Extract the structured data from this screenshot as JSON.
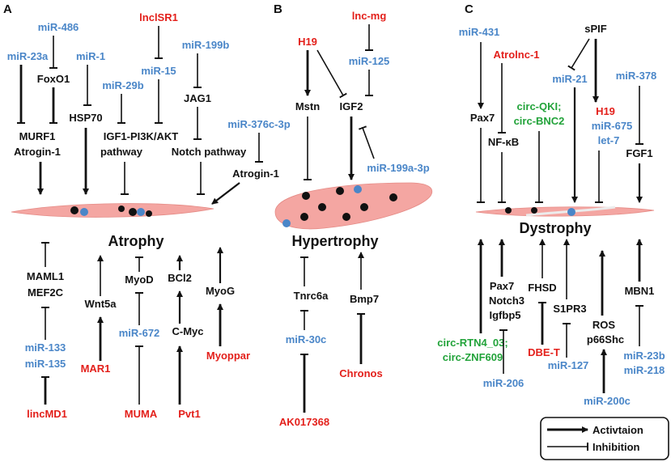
{
  "panels": {
    "a": {
      "letter": "A",
      "outcome": "Atrophy",
      "top": {
        "mir486": "miR-486",
        "lnclsr1": "lnclSR1",
        "mir23a": "miR-23a",
        "mir1": "miR-1",
        "mir15": "miR-15",
        "mir199b": "miR-199b",
        "foxo1": "FoxO1",
        "mir29b": "miR-29b",
        "jag1": "JAG1",
        "hsp70": "HSP70",
        "murf1": "MURF1",
        "atrogin1": "Atrogin-1",
        "igf1_line1": "IGF1-PI3K/AKT",
        "igf1_line2": "pathway",
        "notch": "Notch pathway",
        "mir376": "miR-376c-3p",
        "atrogin1b": "Atrogin-1"
      },
      "bottom": {
        "maml1": "MAML1",
        "mef2c": "MEF2C",
        "wnt5a": "Wnt5a",
        "myod": "MyoD",
        "bcl2": "BCl2",
        "myog": "MyoG",
        "mir133": "miR-133",
        "mir135": "miR-135",
        "mir672": "miR-672",
        "cmyc": "C-Myc",
        "mar1": "MAR1",
        "myoppar": "Myoppar",
        "lincmd1": "lincMD1",
        "muma": "MUMA",
        "pvt1": "Pvt1"
      }
    },
    "b": {
      "letter": "B",
      "outcome": "Hypertrophy",
      "top": {
        "lncmg": "lnc-mg",
        "h19": "H19",
        "mir125": "miR-125",
        "mstn": "Mstn",
        "igf2": "IGF2",
        "mir199a": "miR-199a-3p"
      },
      "bottom": {
        "tnrc6a": "Tnrc6a",
        "bmp7": "Bmp7",
        "mir30c": "miR-30c",
        "chronos": "Chronos",
        "ak017368": "AK017368"
      }
    },
    "c": {
      "letter": "C",
      "outcome": "Dystrophy",
      "top": {
        "mir431": "miR-431",
        "spif": "sPIF",
        "atrolnc1": "Atrolnc-1",
        "mir21": "miR-21",
        "mir378": "miR-378",
        "pax7": "Pax7",
        "circqki": "circ-QKI;",
        "circbnc2": "circ-BNC2",
        "h19": "H19",
        "mir675": "miR-675",
        "let7": "let-7",
        "nfkb": "NF-κB",
        "fgf1": "FGF1"
      },
      "bottom": {
        "pax7": "Pax7",
        "notch3": "Notch3",
        "igfbp5": "Igfbp5",
        "fhsd": "FHSD",
        "s1pr3": "S1PR3",
        "ros": "ROS",
        "p66shc": "p66Shc",
        "mbn1": "MBN1",
        "circrtn4": "circ-RTN4_03;",
        "circznf609": "circ-ZNF609",
        "dbet": "DBE-T",
        "mir127": "miR-127",
        "mir206": "miR-206",
        "mir23b": "miR-23b",
        "mir218": "miR-218",
        "mir200c": "miR-200c"
      }
    }
  },
  "legend": {
    "activation": "Activtaion",
    "inhibition": "Inhibition"
  },
  "colors": {
    "muscle_fill": "#f4a6a2",
    "nucleus": "#111111",
    "blue_nucleus": "#4a86c8",
    "mirna_blue": "#4a86c8",
    "lncrna_red": "#e3201b",
    "circrna_green": "#22a33a"
  }
}
